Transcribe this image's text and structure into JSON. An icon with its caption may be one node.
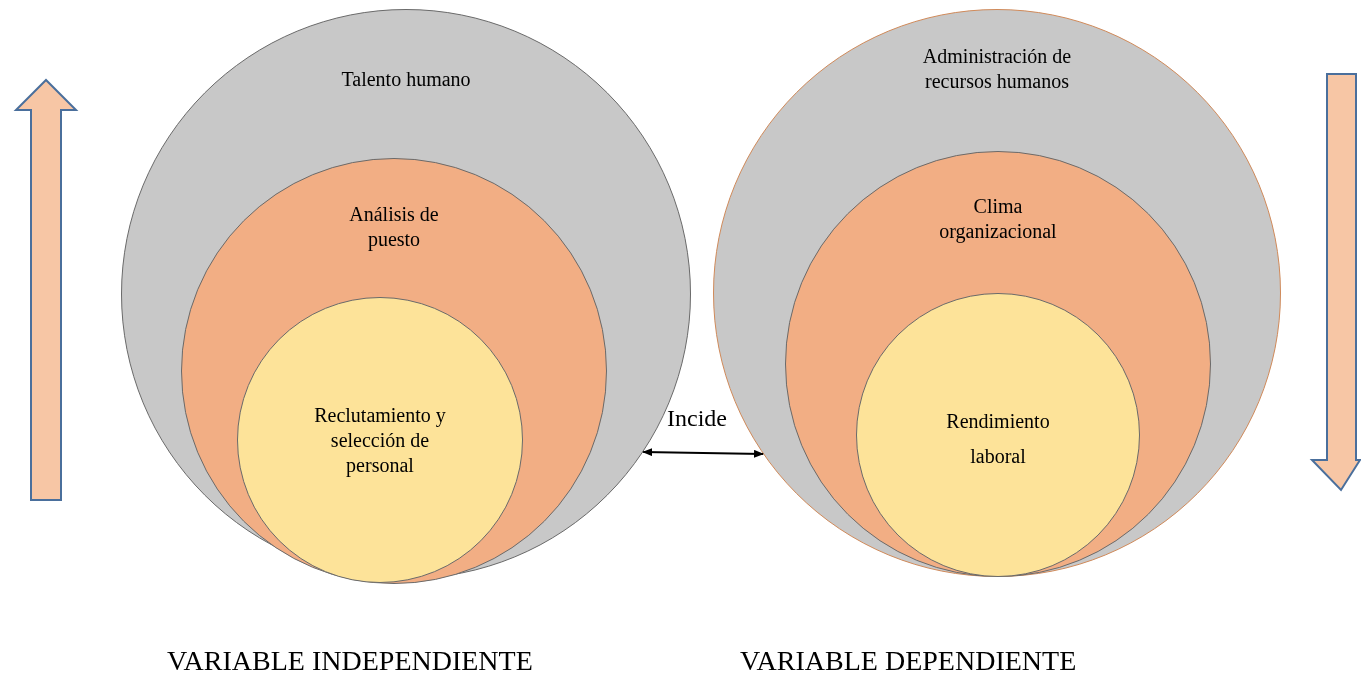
{
  "diagram": {
    "nodes": [
      {
        "text": [
          "Talento humano"
        ]
      },
      {
        "text": [
          "Análisis de puesto"
        ],
        "in": 0
      },
      {
        "text": [
          "Reclutamiento y selección de personal"
        ],
        "in": 1
      },
      {
        "text": [
          "Administración de recursos humanos"
        ]
      },
      {
        "text": [
          "Clima organizacional"
        ],
        "in": 3
      },
      {
        "text": [
          "Rendimiento laboral"
        ],
        "in": 4
      }
    ],
    "edges": [
      {
        "from": 0,
        "to": 3,
        "arrow": "both",
        "label": "Incide"
      }
    ],
    "labels": [
      "VARIABLE INDEPENDIENTE",
      "VARIABLE DEPENDIENTE"
    ]
  }
}
